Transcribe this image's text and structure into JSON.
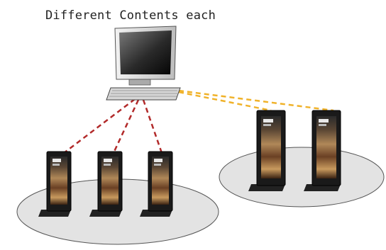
{
  "caption": "Different Contents each",
  "colors": {
    "link_left": "#b22a2a",
    "link_right": "#f0b22a",
    "platform_fill": "#e3e3e3",
    "kiosk_frame": "#1a1a1a"
  },
  "icons": {
    "computer": "desktop-computer-icon",
    "kiosk": "digital-signage-kiosk-icon"
  },
  "groups": [
    {
      "name": "left",
      "kiosk_count": 3
    },
    {
      "name": "right",
      "kiosk_count": 2
    }
  ]
}
